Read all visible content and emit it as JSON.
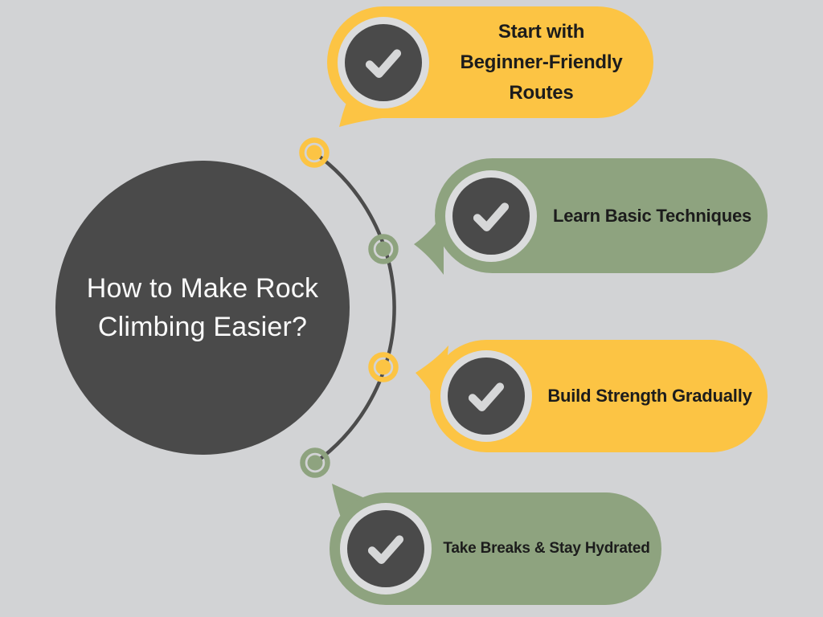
{
  "title": {
    "text": "How to Make Rock\nClimbing Easier?"
  },
  "steps": [
    {
      "label": "Start with\nBeginner-Friendly\nRoutes",
      "color_name": "yellow",
      "icon": "check-icon"
    },
    {
      "label": "Learn Basic Techniques",
      "color_name": "green",
      "icon": "check-icon"
    },
    {
      "label": "Build Strength Gradually",
      "color_name": "yellow",
      "icon": "check-icon"
    },
    {
      "label": "Take Breaks & Stay Hydrated",
      "color_name": "green",
      "icon": "check-icon"
    }
  ],
  "timeline": {
    "node_colors": [
      "yellow",
      "green",
      "yellow",
      "green"
    ],
    "shape": "arc"
  },
  "colors": {
    "background": "#D2D3D5",
    "yellow": "#FCC444",
    "green": "#8EA37F",
    "dark_circle": "#4A4A4A",
    "connector": "#4C4C4C",
    "badge_ring": "#DBDCDD",
    "check": "#D6D7D8",
    "label_text": "#1C1C1C",
    "title_text": "#FAFAFA"
  }
}
